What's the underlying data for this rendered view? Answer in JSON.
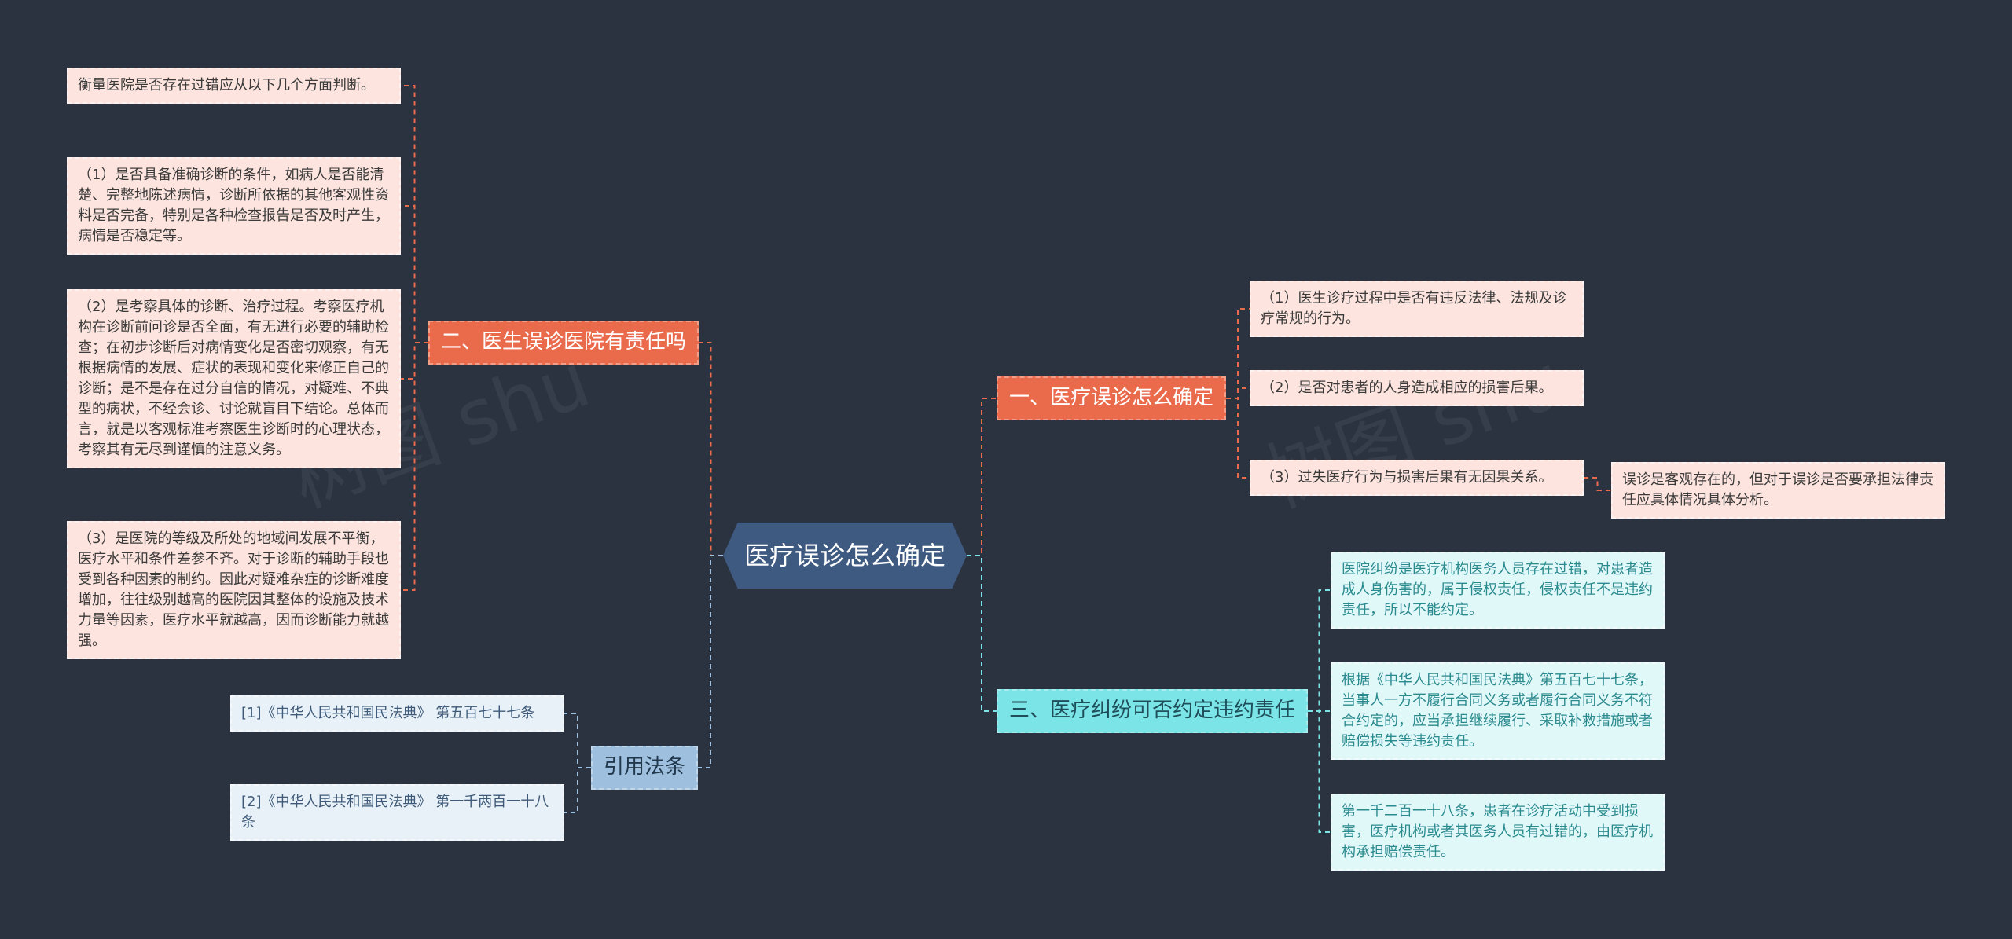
{
  "root": "医疗误诊怎么确定",
  "branches": {
    "b1": {
      "label": "一、医疗误诊怎么确定",
      "items": [
        "（1）医生诊疗过程中是否有违反法律、法规及诊疗常规的行为。",
        "（2）是否对患者的人身造成相应的损害后果。",
        "（3）过失医疗行为与损害后果有无因果关系。"
      ],
      "note": "误诊是客观存在的，但对于误诊是否要承担法律责任应具体情况具体分析。"
    },
    "b2": {
      "label": "二、医生误诊医院有责任吗",
      "items": [
        "衡量医院是否存在过错应从以下几个方面判断。",
        "（1）是否具备准确诊断的条件，如病人是否能清楚、完整地陈述病情，诊断所依据的其他客观性资料是否完备，特别是各种检查报告是否及时产生，病情是否稳定等。",
        "（2）是考察具体的诊断、治疗过程。考察医疗机构在诊断前问诊是否全面，有无进行必要的辅助检查；在初步诊断后对病情变化是否密切观察，有无根据病情的发展、症状的表现和变化来修正自己的诊断；是不是存在过分自信的情况，对疑难、不典型的病状，不经会诊、讨论就盲目下结论。总体而言，就是以客观标准考察医生诊断时的心理状态，考察其有无尽到谨慎的注意义务。",
        "（3）是医院的等级及所处的地域间发展不平衡，医疗水平和条件差参不齐。对于诊断的辅助手段也受到各种因素的制约。因此对疑难杂症的诊断难度增加，往往级别越高的医院因其整体的设施及技术力量等因素，医疗水平就越高，因而诊断能力就越强。"
      ]
    },
    "b3": {
      "label": "三、医疗纠纷可否约定违约责任",
      "items": [
        "医院纠纷是医疗机构医务人员存在过错，对患者造成人身伤害的，属于侵权责任，侵权责任不是违约责任，所以不能约定。",
        "根据《中华人民共和国民法典》第五百七十七条，当事人一方不履行合同义务或者履行合同义务不符合约定的，应当承担继续履行、采取补救措施或者赔偿损失等违约责任。",
        "第一千二百一十八条，患者在诊疗活动中受到损害，医疗机构或者其医务人员有过错的，由医疗机构承担赔偿责任。"
      ]
    },
    "b4": {
      "label": "引用法条",
      "items": [
        "[1]《中华人民共和国民法典》 第五百七十七条",
        "[2]《中华人民共和国民法典》 第一千两百一十八条"
      ]
    }
  },
  "watermark": "树图 shu",
  "colors": {
    "background": "#2b3240",
    "root": "#3f5a80",
    "orange": "#ea6a4c",
    "cyan": "#7ae4e6",
    "blue": "#9ec0de",
    "pink_leaf": "#fde4de",
    "cyan_leaf": "#e1f8f9",
    "blue_leaf": "#e8f1f8"
  }
}
